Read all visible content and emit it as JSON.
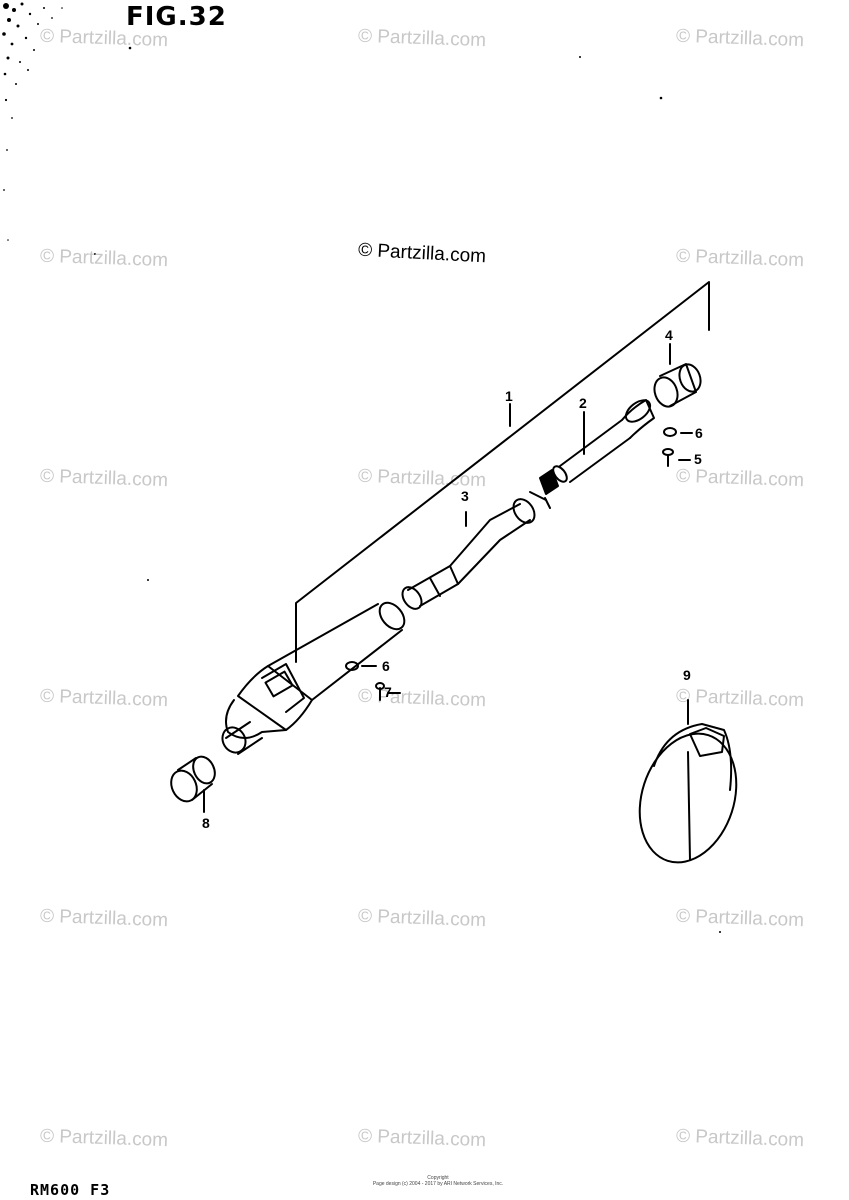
{
  "figure": {
    "title": "FIG.32"
  },
  "watermark_text": "© Partzilla.com",
  "main_watermark": "© Partzilla.com",
  "callouts": [
    "1",
    "2",
    "3",
    "4",
    "5",
    "6",
    "6",
    "7",
    "8",
    "9"
  ],
  "footer": {
    "model": "RM600 F3",
    "copyright_line1": "Copyright",
    "copyright_line2": "Page design (c) 2004 - 2017 by ARI Network Services, Inc."
  },
  "colors": {
    "ink": "#000000",
    "watermark": "#c8c8c8",
    "paper": "#ffffff"
  }
}
